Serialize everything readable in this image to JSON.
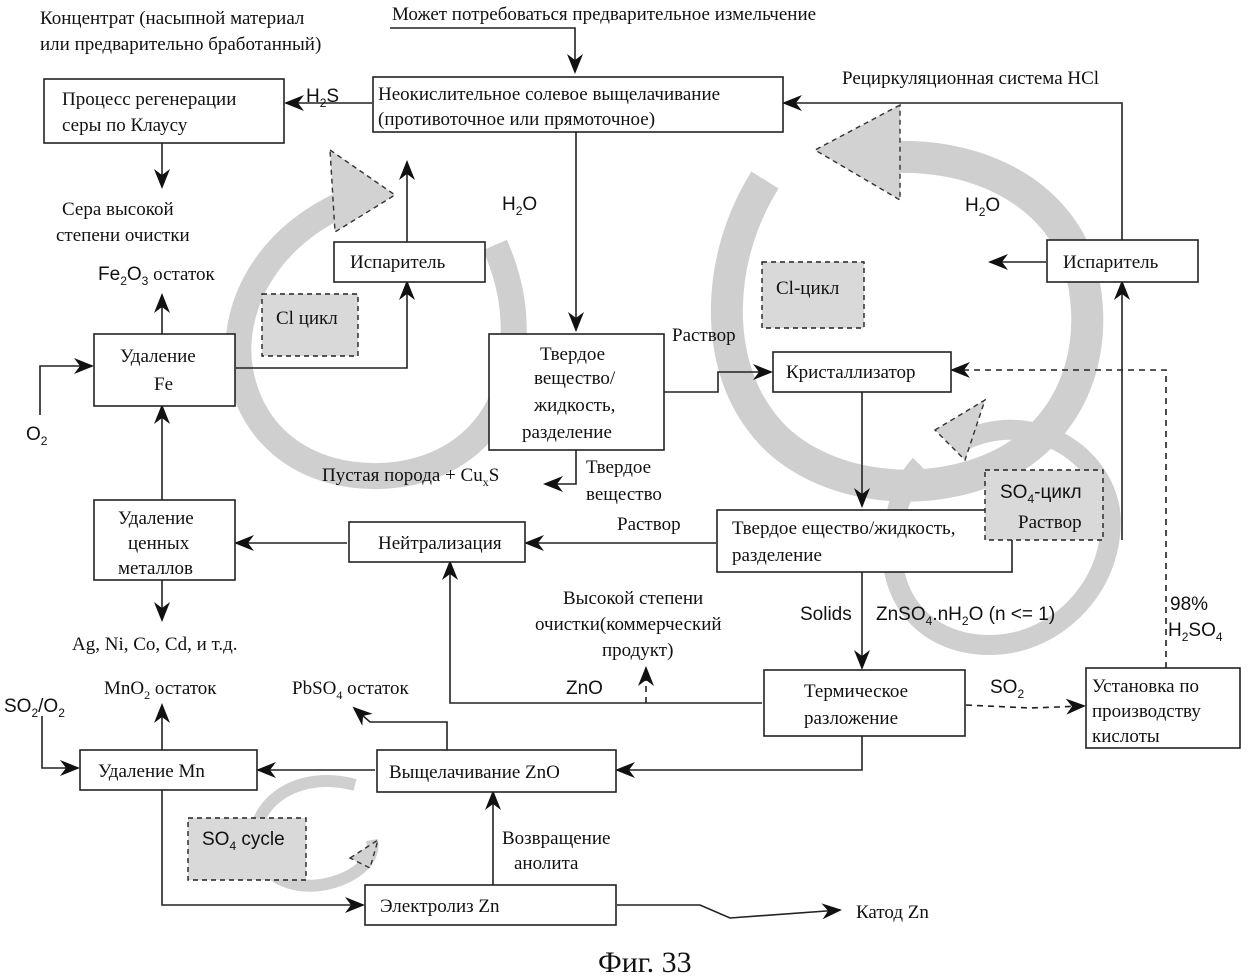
{
  "top": {
    "concentrate_line1": "Концентрат (насыпной материал",
    "concentrate_line2": "или предварительно бработанный)",
    "pre_grinding": "Может потребоваться предварительное измельчение",
    "hcl_recycle": "Рециркуляционная система HCl"
  },
  "boxes": {
    "leaching_line1": "Неокислительное солевое выщелачивание",
    "leaching_line2": "(противоточное или прямоточное)",
    "claus_line1": "Процесс  регенерации",
    "claus_line2": "серы по Клаусу",
    "evaporator_left": "Испаритель",
    "evaporator_right": "Испаритель",
    "fe_removal_line1": "Удаление",
    "fe_removal_line2": "Fe",
    "sl_sep1_line1": "Твердое",
    "sl_sep1_line2": "вещество/",
    "sl_sep1_line3": "жидкость,",
    "sl_sep1_line4": "разделение",
    "crystallizer": "Кристаллизатор",
    "valuable_line1": "Удаление",
    "valuable_line2": "ценных",
    "valuable_line3": "металлов",
    "neutralization": "Нейтрализация",
    "sl_sep2_line1": "Твердое ещество/жидкость,",
    "sl_sep2_line2": "разделение",
    "thermal_line1": "Термическое",
    "thermal_line2": "разложение",
    "acid_line1": "Установка по",
    "acid_line2": "производству",
    "acid_line3": "кислоты",
    "mn_removal": "Удаление Mn",
    "zno_leach": "Выщелачивание ZnO",
    "electrolysis": "Электролиз Zn"
  },
  "cycles": {
    "cl_left": "Cl цикл",
    "cl_right": "Cl-цикл",
    "so4_line1": "SO",
    "so4_sub": "4",
    "so4_line1_rest": "-цикл",
    "so4_line2": "Раствор",
    "so4_cycle_a": "SO",
    "so4_cycle_sub": "4",
    "so4_cycle_b": " cycle"
  },
  "labels": {
    "h2s_a": "H",
    "h2s_sub": "2",
    "h2s_b": "S",
    "sulfur_line1": "Сера высокой",
    "sulfur_line2": "степени очистки",
    "h2o_a": "H",
    "h2o_sub": "2",
    "h2o_b": "O",
    "fe2o3_a": "Fe",
    "fe2o3_sub1": "2",
    "fe2o3_b": "O",
    "fe2o3_sub2": "3",
    "fe2o3_c": " остаток",
    "o2_a": "O",
    "o2_sub": "2",
    "solution_a": "Раствор",
    "solution_b": "Раствор",
    "gangue_a": "Пустая порода + Cu",
    "gangue_sub": "x",
    "gangue_b": "S",
    "solid_line1": "Твердое",
    "solid_line2": "вещество",
    "metals": "Ag, Ni, Co, Cd, и т.д.",
    "high_purity_line1": "Высокой степени",
    "high_purity_line2": "очистки(коммерческий",
    "high_purity_line3": "продукт)",
    "solids": "Solids",
    "znso4_a": "ZnSO",
    "znso4_sub": "4",
    "znso4_b": ".nH",
    "znso4_sub2": "2",
    "znso4_c": "O (n <= 1)",
    "zno": "ZnO",
    "so2": "SO",
    "so2_sub": "2",
    "h2so4_pct": "98%",
    "h2so4_a": "H",
    "h2so4_sub1": "2",
    "h2so4_b": "SO",
    "h2so4_sub2": "4",
    "so2o2_a": "SO",
    "so2o2_sub1": "2",
    "so2o2_b": "/O",
    "so2o2_sub2": "2",
    "mno2_a": "MnO",
    "mno2_sub": "2",
    "mno2_b": " остаток",
    "pbso4_a": "PbSO",
    "pbso4_sub": "4",
    "pbso4_b": "  остаток",
    "anolyte_line1": "Возвращение",
    "anolyte_line2": "анолита",
    "cathode": "Катод Zn"
  },
  "caption": "Фиг. 33"
}
